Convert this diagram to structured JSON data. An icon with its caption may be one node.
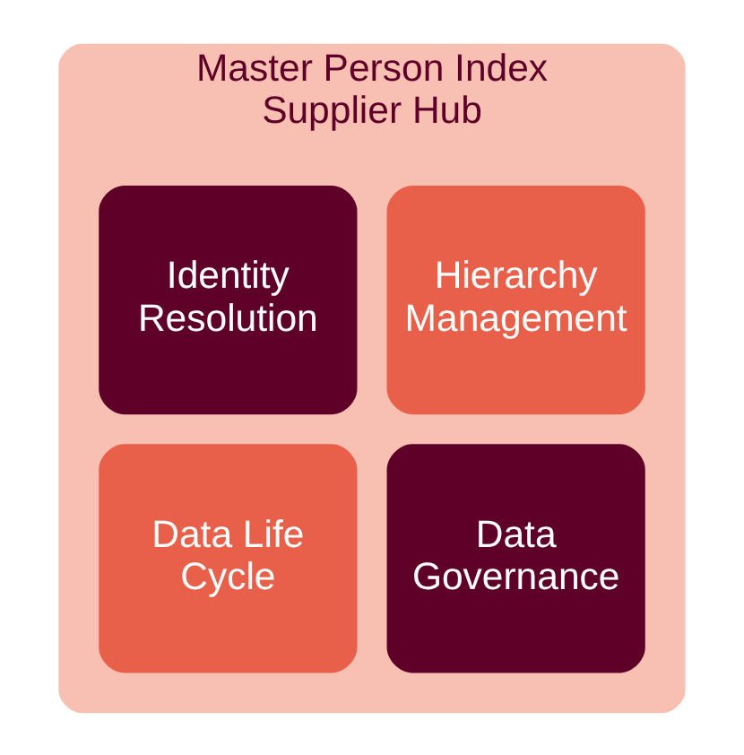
{
  "diagram": {
    "nodes": [
      {
        "text": [
          "Master Person Index",
          "Supplier Hub"
        ]
      },
      {
        "text": [
          "Identity Resolution"
        ],
        "in": 0
      },
      {
        "text": [
          "Hierarchy Management"
        ],
        "in": 0
      },
      {
        "text": [
          "Data Life Cycle"
        ],
        "in": 0
      },
      {
        "text": [
          "Data Governance"
        ],
        "in": 0
      }
    ],
    "edges": []
  }
}
